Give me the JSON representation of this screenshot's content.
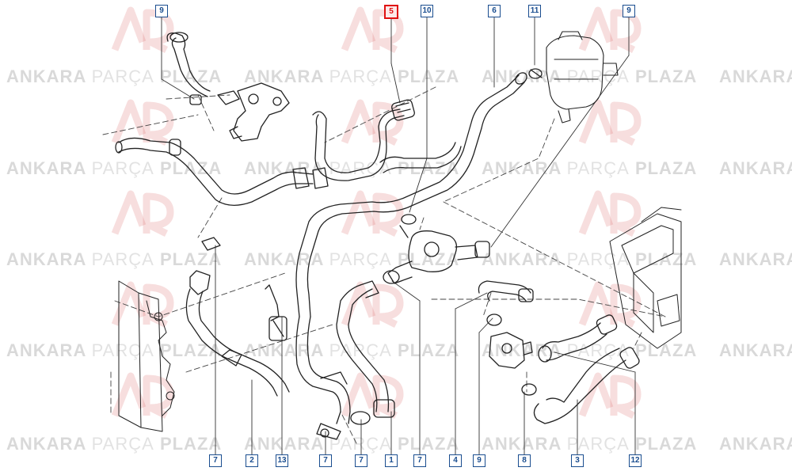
{
  "diagram": {
    "callouts_top": [
      "9",
      "5",
      "10",
      "6",
      "11",
      "9"
    ],
    "callouts_bottom": [
      "7",
      "2",
      "13",
      "7",
      "7",
      "1",
      "7",
      "4",
      "9",
      "8",
      "3",
      "12"
    ],
    "highlighted_callout": "5"
  },
  "watermark": {
    "word1": "ANKARA",
    "word2": "PARÇA",
    "word3": "PLAZA",
    "colors": {
      "logo_red": "#d44a4a",
      "text_gray": "#8a8a8a"
    }
  },
  "colors": {
    "line": "#222222",
    "callout_border": "#1a4d8f",
    "highlight": "#e01010"
  }
}
